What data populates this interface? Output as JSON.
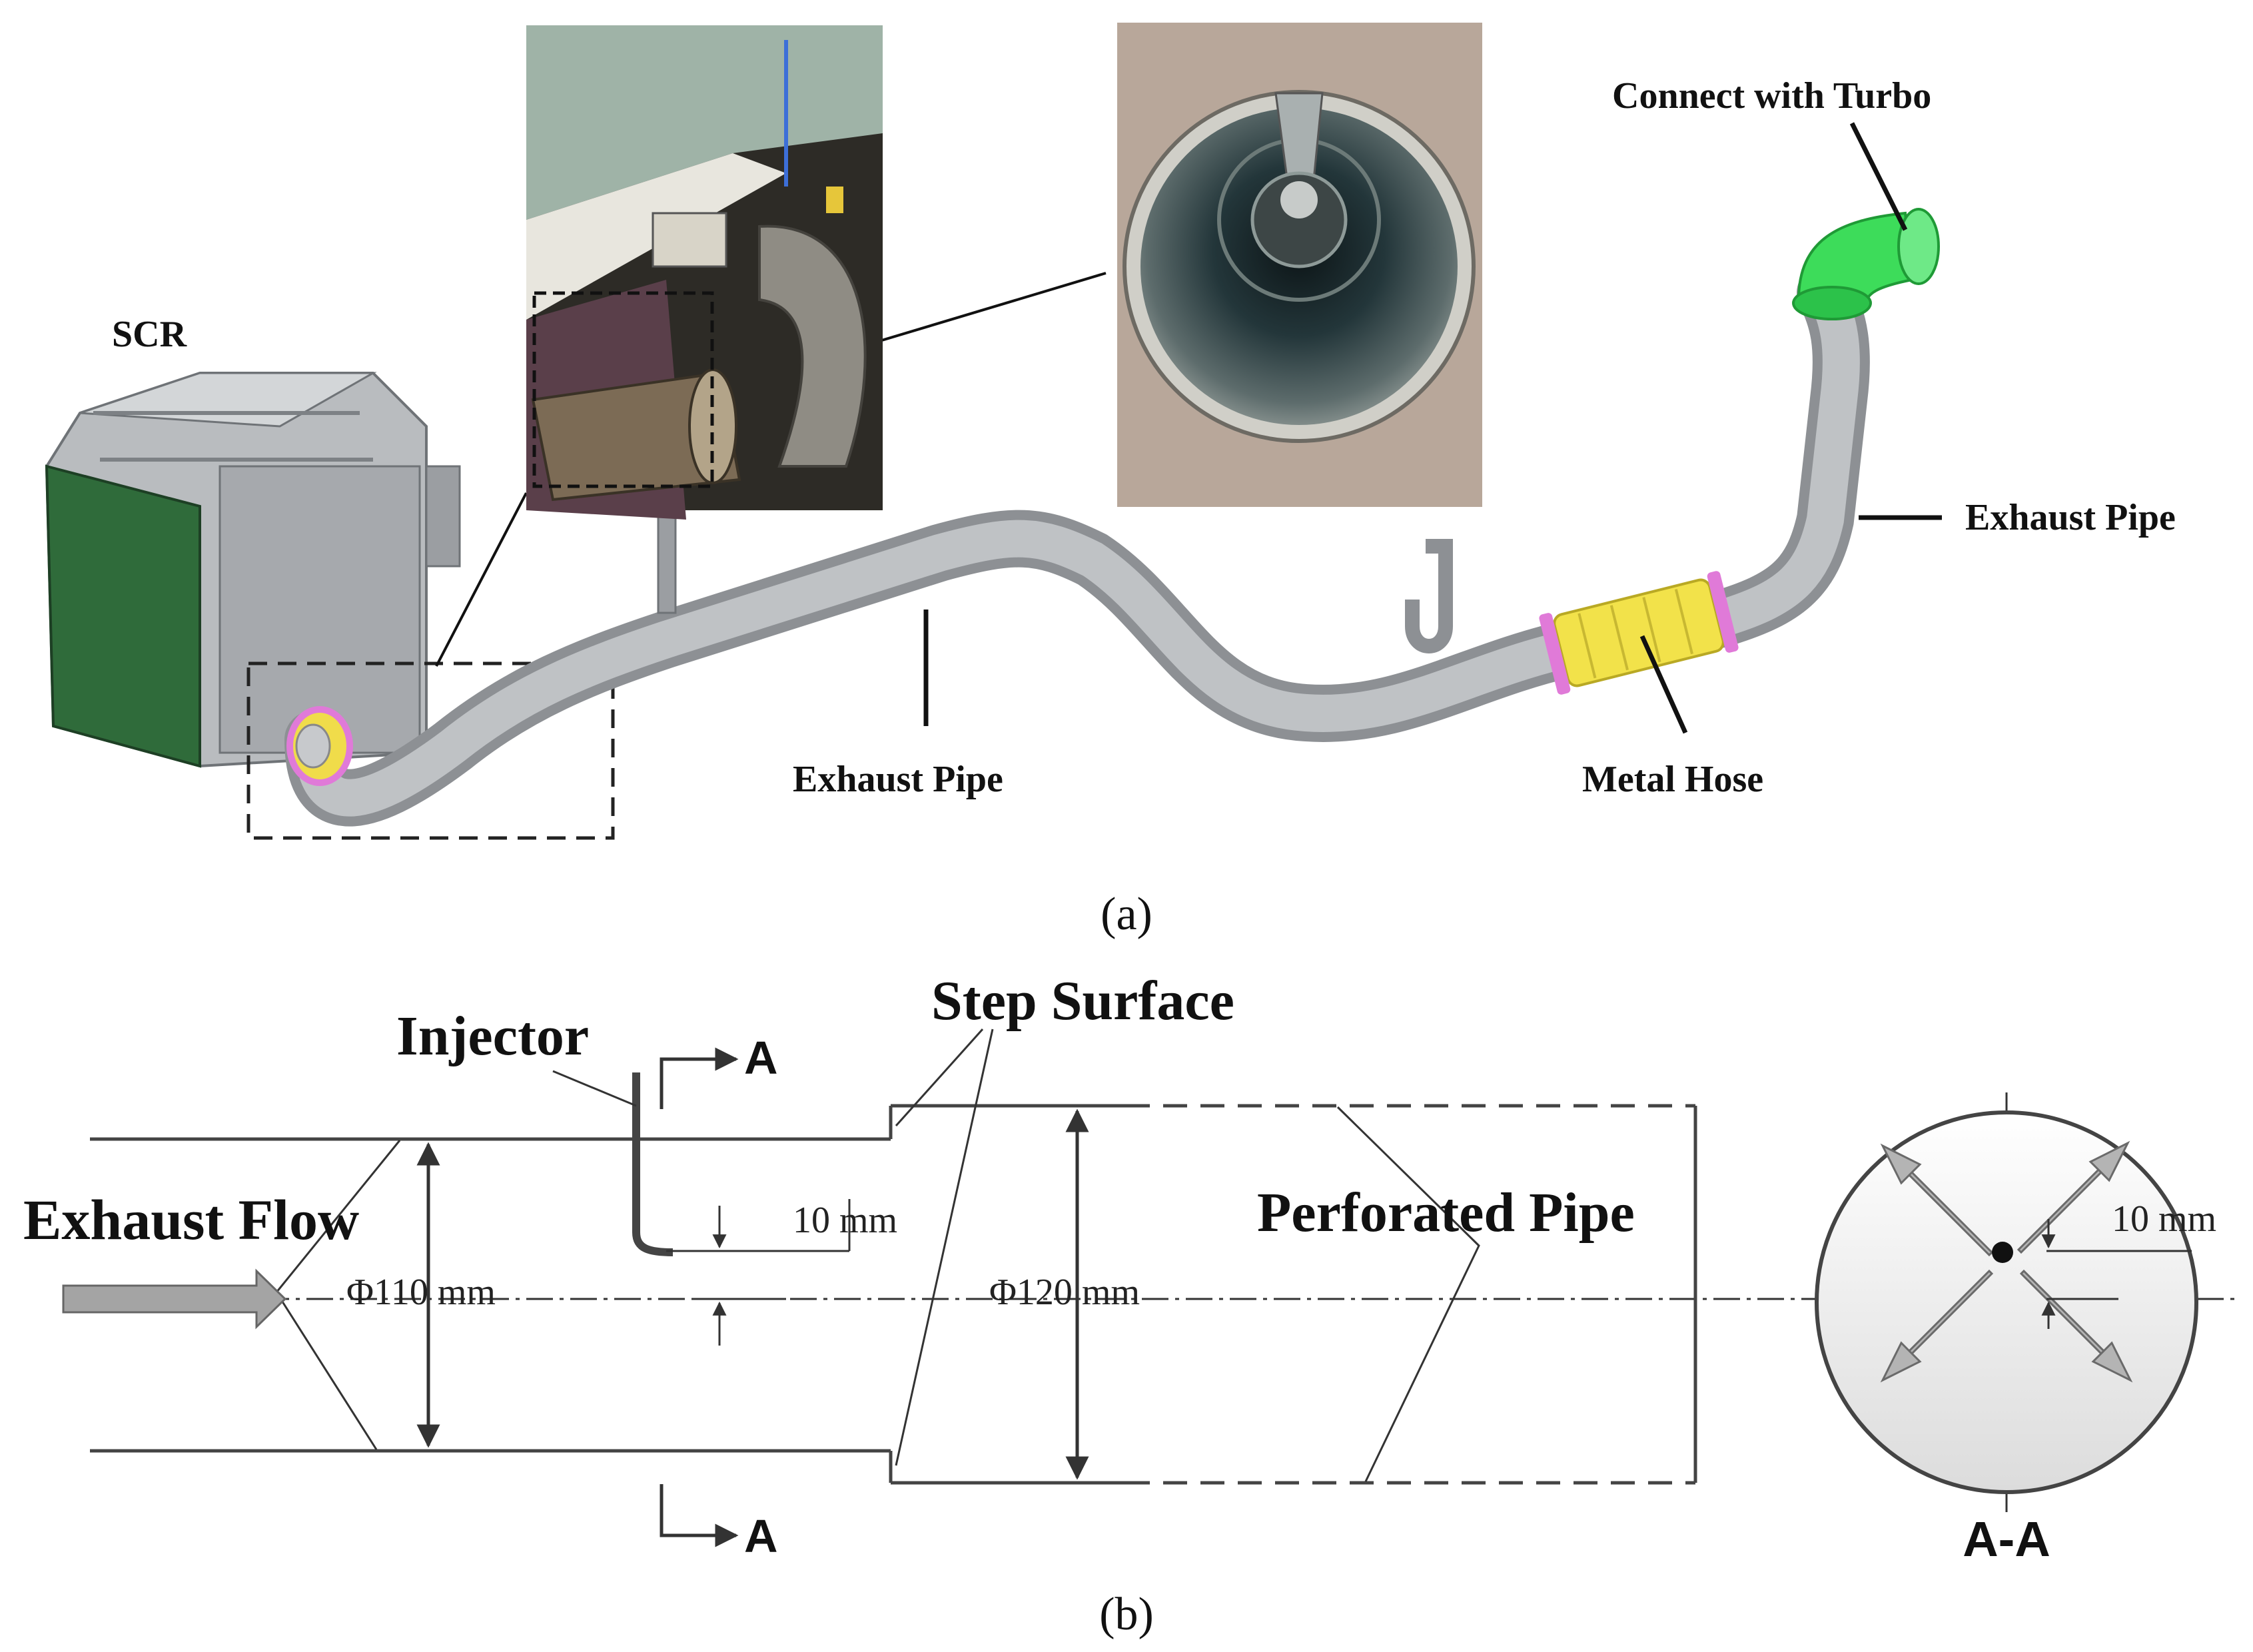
{
  "panel_a": {
    "caption": "(a)",
    "labels": {
      "scr": "SCR",
      "connect_turbo": "Connect with Turbo",
      "exhaust_pipe_right": "Exhaust Pipe",
      "exhaust_pipe_bottom": "Exhaust Pipe",
      "metal_hose": "Metal Hose"
    }
  },
  "panel_b": {
    "caption": "(b)",
    "labels": {
      "injector": "Injector",
      "section_top": "A",
      "section_bottom": "A",
      "step_surface": "Step Surface",
      "exhaust_flow": "Exhaust Flow",
      "perforated_pipe": "Perforated Pipe",
      "dim_10mm": "10 mm",
      "dim_phi110": "Φ110 mm",
      "dim_phi120": "Φ120 mm",
      "section_dim_10mm": "10 mm",
      "section_view": "A-A"
    }
  },
  "colors": {
    "pipe_gray": "#a9acb0",
    "turbo_green": "#3ddc5a",
    "hose_yellow": "#f2e24a",
    "flange_pink": "#e07ad8",
    "scr_gray": "#b9bcbf",
    "scr_panel_green": "#2f6b3a"
  }
}
